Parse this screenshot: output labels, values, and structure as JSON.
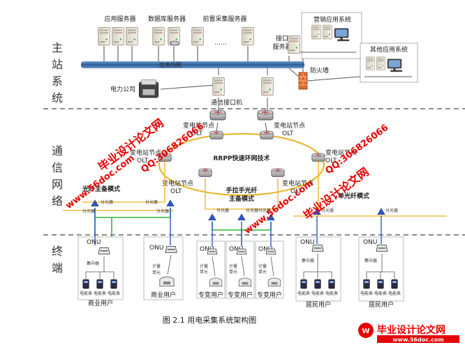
{
  "sections": [
    "主站系统",
    "通信网络",
    "终端"
  ],
  "master": {
    "app_server": "应用服务器",
    "db_server": "数据库服务器",
    "front_server": "前置采集服务器",
    "dots": "……",
    "bus": "信息内网",
    "power_company": "电力公司",
    "interface_server": "接口服务器",
    "comm_interface": "通信接口机",
    "firewall": "防火墙",
    "marketing": "营销应用系统",
    "other_apps": "其他应用系统"
  },
  "network": {
    "olt": "变电站节点OLT",
    "ring_tech": "RRPP快速环网技术",
    "mode_main_backup": "光纤主备模式",
    "mode_hand_in_hand": "手拉手光纤主备模式",
    "mode_single": "单光纤模式",
    "splitter": "分光器"
  },
  "terminals": {
    "onu": "ONU",
    "concentrator": "集中器",
    "meter": "电能表",
    "meter_unit": "计量单元",
    "users": [
      "商业用户",
      "商业用户",
      "专变用户",
      "专变用户",
      "专变用户",
      "居民用户",
      "居民用户"
    ]
  },
  "caption": "图 2.1    用电采集系统架构图",
  "watermarks": {
    "brand": "毕业设计论文网",
    "site": "www.56doc.com",
    "qq": "QQ:306826066",
    "logo_site": "www.56doc.com"
  },
  "colors": {
    "bus": "#3a6fa8",
    "ring": "#e8b830",
    "fiber": "#f0c040",
    "green": "#2eb82e",
    "blue": "#2f57c7",
    "purple": "#7a3aa0",
    "watermark": "#e60000",
    "dash": "#666666"
  },
  "icons": [
    "server-icon",
    "router-icon",
    "splitter-icon",
    "onu-icon",
    "meter-icon",
    "firewall-icon",
    "monitor-icon",
    "printer-icon"
  ]
}
